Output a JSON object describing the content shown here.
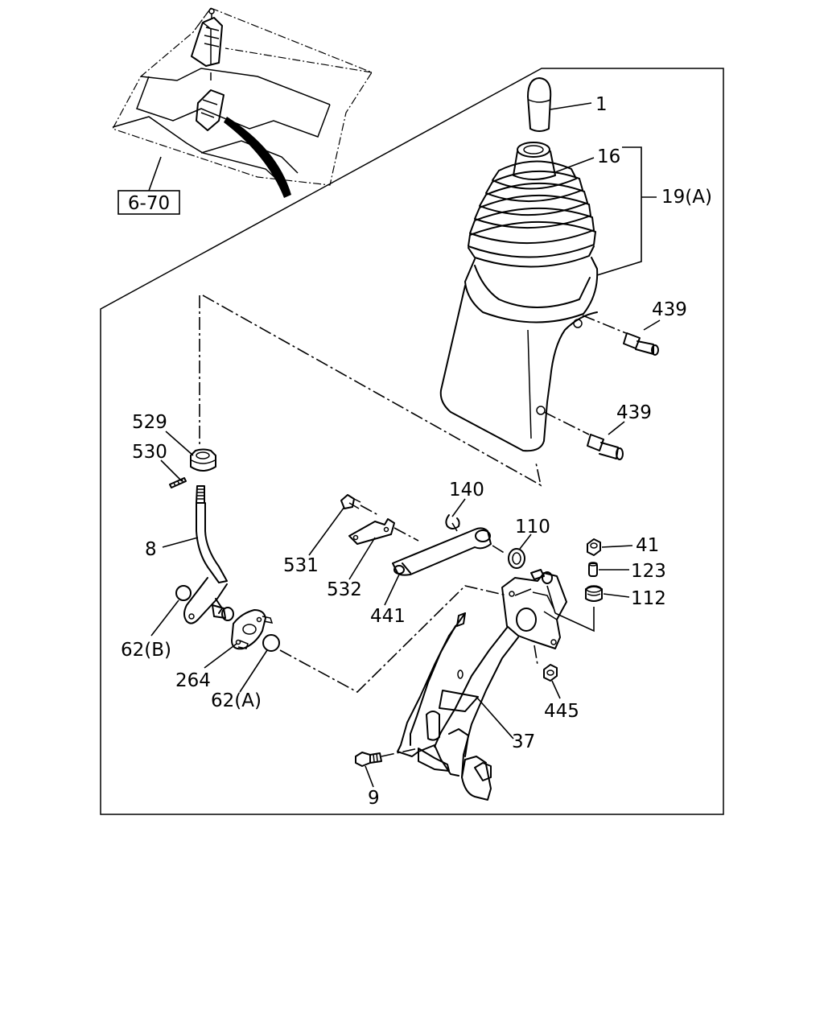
{
  "diagram": {
    "reference_box": "6-70",
    "labels": {
      "p1": "1",
      "p16": "16",
      "p19a": "19(A)",
      "p439a": "439",
      "p439b": "439",
      "p529": "529",
      "p530": "530",
      "p8": "8",
      "p531": "531",
      "p532": "532",
      "p441": "441",
      "p140": "140",
      "p110": "110",
      "p41": "41",
      "p123": "123",
      "p112": "112",
      "p62b": "62(B)",
      "p264": "264",
      "p62a": "62(A)",
      "p445": "445",
      "p37": "37",
      "p9": "9"
    }
  }
}
